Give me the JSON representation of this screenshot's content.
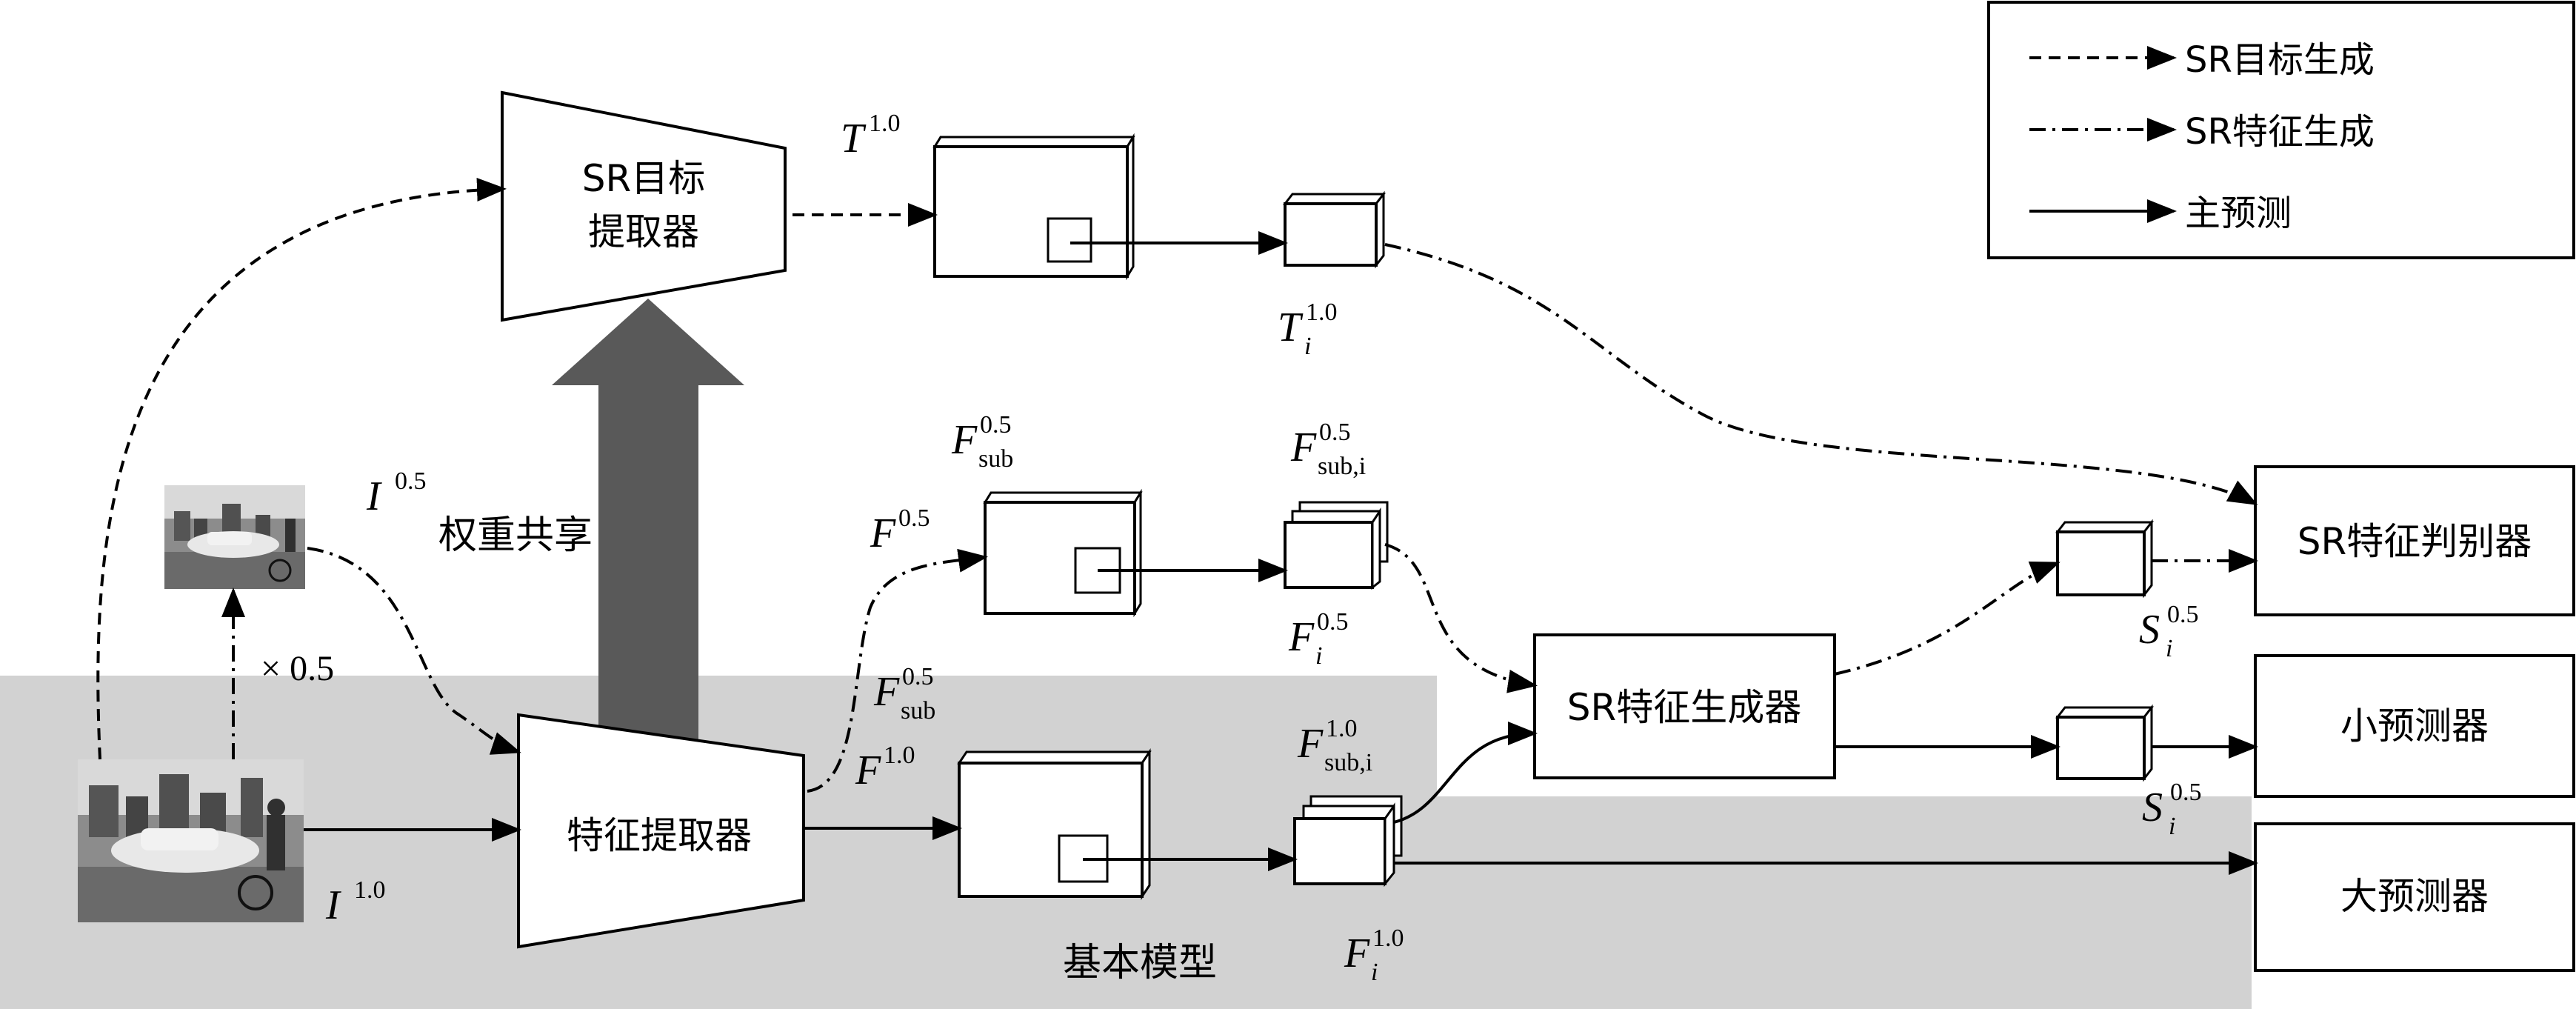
{
  "legend": {
    "dashed": "SR目标生成",
    "dashdot": "SR特征生成",
    "solid": "主预测"
  },
  "modules": {
    "sr_target_extractor": [
      "SR目标",
      "提取器"
    ],
    "feature_extractor": "特征提取器",
    "sr_feature_generator": "SR特征生成器",
    "sr_discriminator": "SR特征判别器",
    "small_predictor": "小预测器",
    "large_predictor": "大预测器"
  },
  "labels": {
    "weight_sharing": "权重共享",
    "base_model": "基本模型",
    "scale": "× 0.5"
  },
  "symbols": {
    "T10": {
      "main": "T",
      "sup": "1.0",
      "sub": ""
    },
    "Ti10": {
      "main": "T",
      "sup": "1.0",
      "sub": "i"
    },
    "I05": {
      "main": "I",
      "sup": "0.5",
      "sub": ""
    },
    "I10": {
      "main": "I",
      "sup": "1.0",
      "sub": ""
    },
    "F05": {
      "main": "F",
      "sup": "0.5",
      "sub": ""
    },
    "F10": {
      "main": "F",
      "sup": "1.0",
      "sub": ""
    },
    "Fsub05_top": {
      "main": "F",
      "sup": "0.5",
      "sub": "sub"
    },
    "Fsub05_low": {
      "main": "F",
      "sup": "0.5",
      "sub": "sub"
    },
    "Fsubi05": {
      "main": "F",
      "sup": "0.5",
      "sub": "sub,i"
    },
    "Fi05": {
      "main": "F",
      "sup": "0.5",
      "sub": "i"
    },
    "Fsubi10": {
      "main": "F",
      "sup": "1.0",
      "sub": "sub,i"
    },
    "Fi10": {
      "main": "F",
      "sup": "1.0",
      "sub": "i"
    },
    "Si05_top": {
      "main": "S",
      "sup": "0.5",
      "sub": "i"
    },
    "Si05_low": {
      "main": "S",
      "sup": "0.5",
      "sub": "i"
    }
  },
  "colors": {
    "base_model_region": "#d2d2d2",
    "weight_sharing_arrow": "#595959",
    "stroke": "#000000"
  }
}
